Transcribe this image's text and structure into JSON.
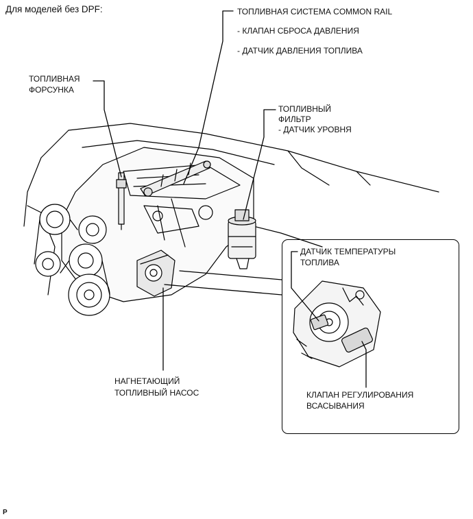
{
  "heading": "Для моделей без DPF:",
  "labels": {
    "common_rail": "ТОПЛИВНАЯ СИСТЕМА COMMON RAIL",
    "pressure_relief_valve": "- КЛАПАН СБРОСА ДАВЛЕНИЯ",
    "fuel_pressure_sensor": "- ДАТЧИК ДАВЛЕНИЯ ТОПЛИВА",
    "fuel_injector_line1": "ТОПЛИВНАЯ",
    "fuel_injector_line2": "ФОРСУНКА",
    "fuel_filter": "ТОПЛИВНЫЙ ФИЛЬТР",
    "level_sensor": "- ДАТЧИК УРОВНЯ",
    "fuel_temp_sensor_line1": "ДАТЧИК ТЕМПЕРАТУРЫ",
    "fuel_temp_sensor_line2": "ТОПЛИВА",
    "supply_pump_line1": "НАГНЕТАЮЩИЙ",
    "supply_pump_line2": "ТОПЛИВНЫЙ НАСОС",
    "suction_valve_line1": "КЛАПАН РЕГУЛИРОВАНИЯ",
    "suction_valve_line2": "ВСАСЫВАНИЯ"
  },
  "figure_id": "P"
}
